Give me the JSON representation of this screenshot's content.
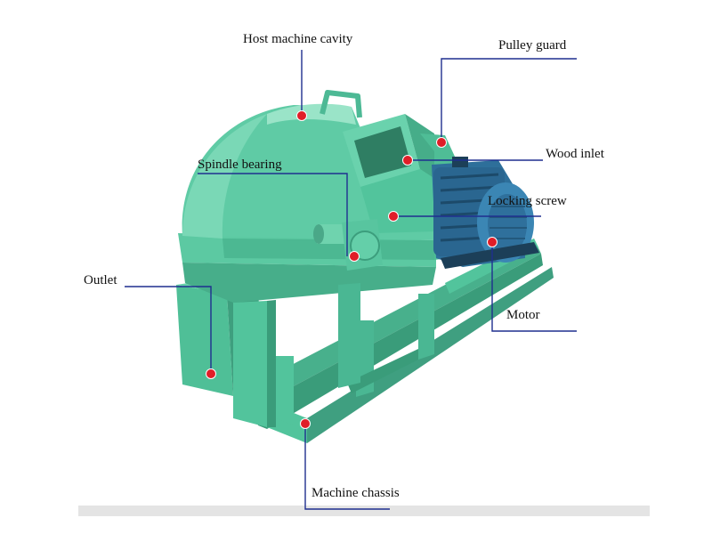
{
  "labels": {
    "host_cavity": "Host machine cavity",
    "pulley_guard": "Pulley guard",
    "wood_inlet": "Wood inlet",
    "spindle_bearing": "Spindle bearing",
    "locking_screw": "Locking screw",
    "outlet": "Outlet",
    "motor": "Motor",
    "machine_chassis": "Machine chassis"
  },
  "colors": {
    "machine_green": "#52c49c",
    "machine_shadow": "#3a9c7a",
    "machine_light": "#8fdcc0",
    "motor_blue": "#2e6f9a",
    "motor_dark": "#1c3f58",
    "leader_line": "#1f2f8f",
    "marker": "#e01e28"
  }
}
